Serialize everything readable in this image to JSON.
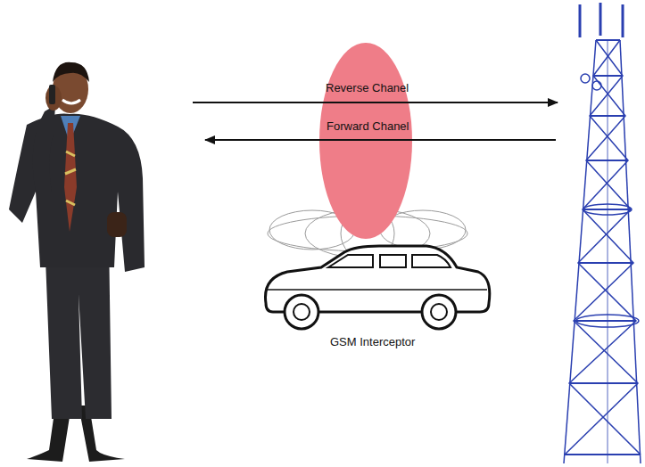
{
  "diagram": {
    "labels": [
      "Reverse Chanel",
      "Forward Chanel",
      "GSM Interceptor"
    ]
  }
}
